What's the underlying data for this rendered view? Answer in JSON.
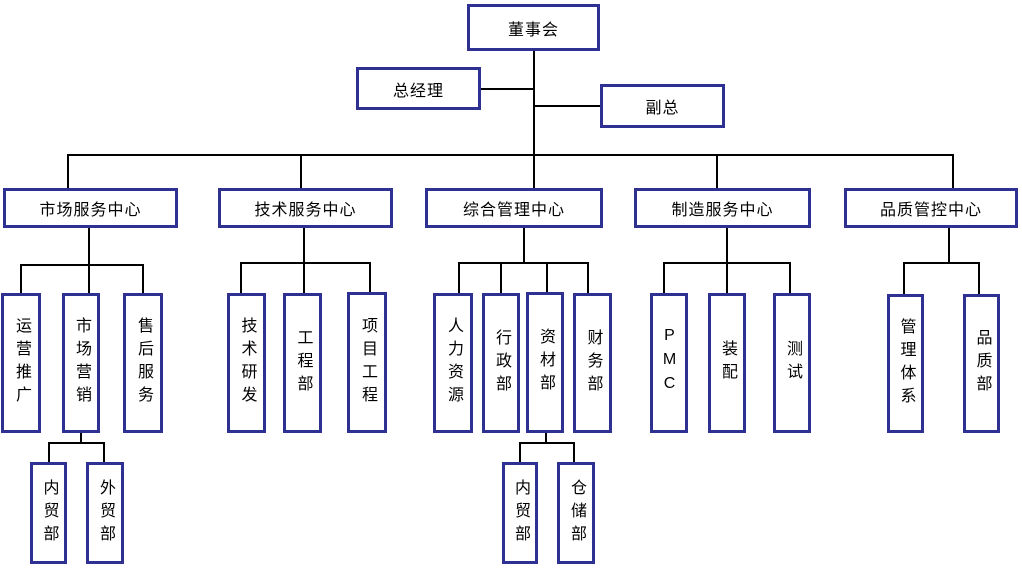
{
  "colors": {
    "box_border": "#2e3192",
    "connector": "#000000",
    "text": "#000000",
    "background": "#ffffff"
  },
  "org": {
    "board": {
      "label": "董事会"
    },
    "general_manager": {
      "label": "总经理"
    },
    "deputy_general": {
      "label": "副总"
    },
    "centers": [
      {
        "label": "市场服务中心",
        "departments": [
          {
            "label": "运营推广"
          },
          {
            "label": "市场营销",
            "children": [
              {
                "label": "内贸部"
              },
              {
                "label": "外贸部"
              }
            ]
          },
          {
            "label": "售后服务"
          }
        ]
      },
      {
        "label": "技术服务中心",
        "departments": [
          {
            "label": "技术研发"
          },
          {
            "label": "工程部"
          },
          {
            "label": "项目工程"
          }
        ]
      },
      {
        "label": "综合管理中心",
        "departments": [
          {
            "label": "人力资源"
          },
          {
            "label": "行政部"
          },
          {
            "label": "资材部",
            "children": [
              {
                "label": "内贸部"
              },
              {
                "label": "仓储部"
              }
            ]
          },
          {
            "label": "财务部"
          }
        ]
      },
      {
        "label": "制造服务中心",
        "departments": [
          {
            "label": "PMC"
          },
          {
            "label": "装配"
          },
          {
            "label": "测试"
          }
        ]
      },
      {
        "label": "品质管控中心",
        "departments": [
          {
            "label": "管理体系"
          },
          {
            "label": "品质部"
          }
        ]
      }
    ]
  }
}
